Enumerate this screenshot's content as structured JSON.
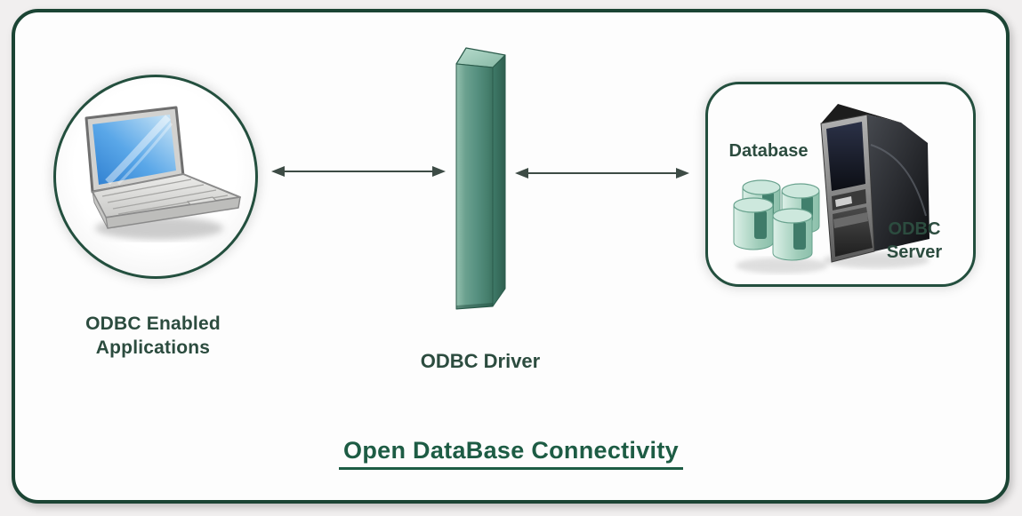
{
  "diagram": {
    "title": "Open DataBase Connectivity",
    "nodes": {
      "applications": {
        "icon": "laptop-icon",
        "label_line1": "ODBC Enabled",
        "label_line2": "Applications"
      },
      "driver": {
        "icon": "driver-slab-icon",
        "label": "ODBC Driver"
      },
      "server_box": {
        "database_label": "Database",
        "database_icon": "database-cylinders-icon",
        "server_icon": "server-tower-icon",
        "server_label_line1": "ODBC",
        "server_label_line2": "Server"
      }
    },
    "connections": [
      {
        "from": "applications",
        "to": "driver",
        "type": "bidirectional-arrow"
      },
      {
        "from": "driver",
        "to": "server_box",
        "type": "bidirectional-arrow"
      }
    ],
    "colors": {
      "frame_border_green": "#1b4434",
      "node_border_green": "#234f3e",
      "title_green": "#1d5c44",
      "label_green": "#2c4c3f",
      "slab_green": "#579181",
      "cylinder_green": "#a7d2c0",
      "arrow_dark": "#3d4b45",
      "outer_background": "#f1efef",
      "canvas_background": "#fdfdfd"
    }
  }
}
